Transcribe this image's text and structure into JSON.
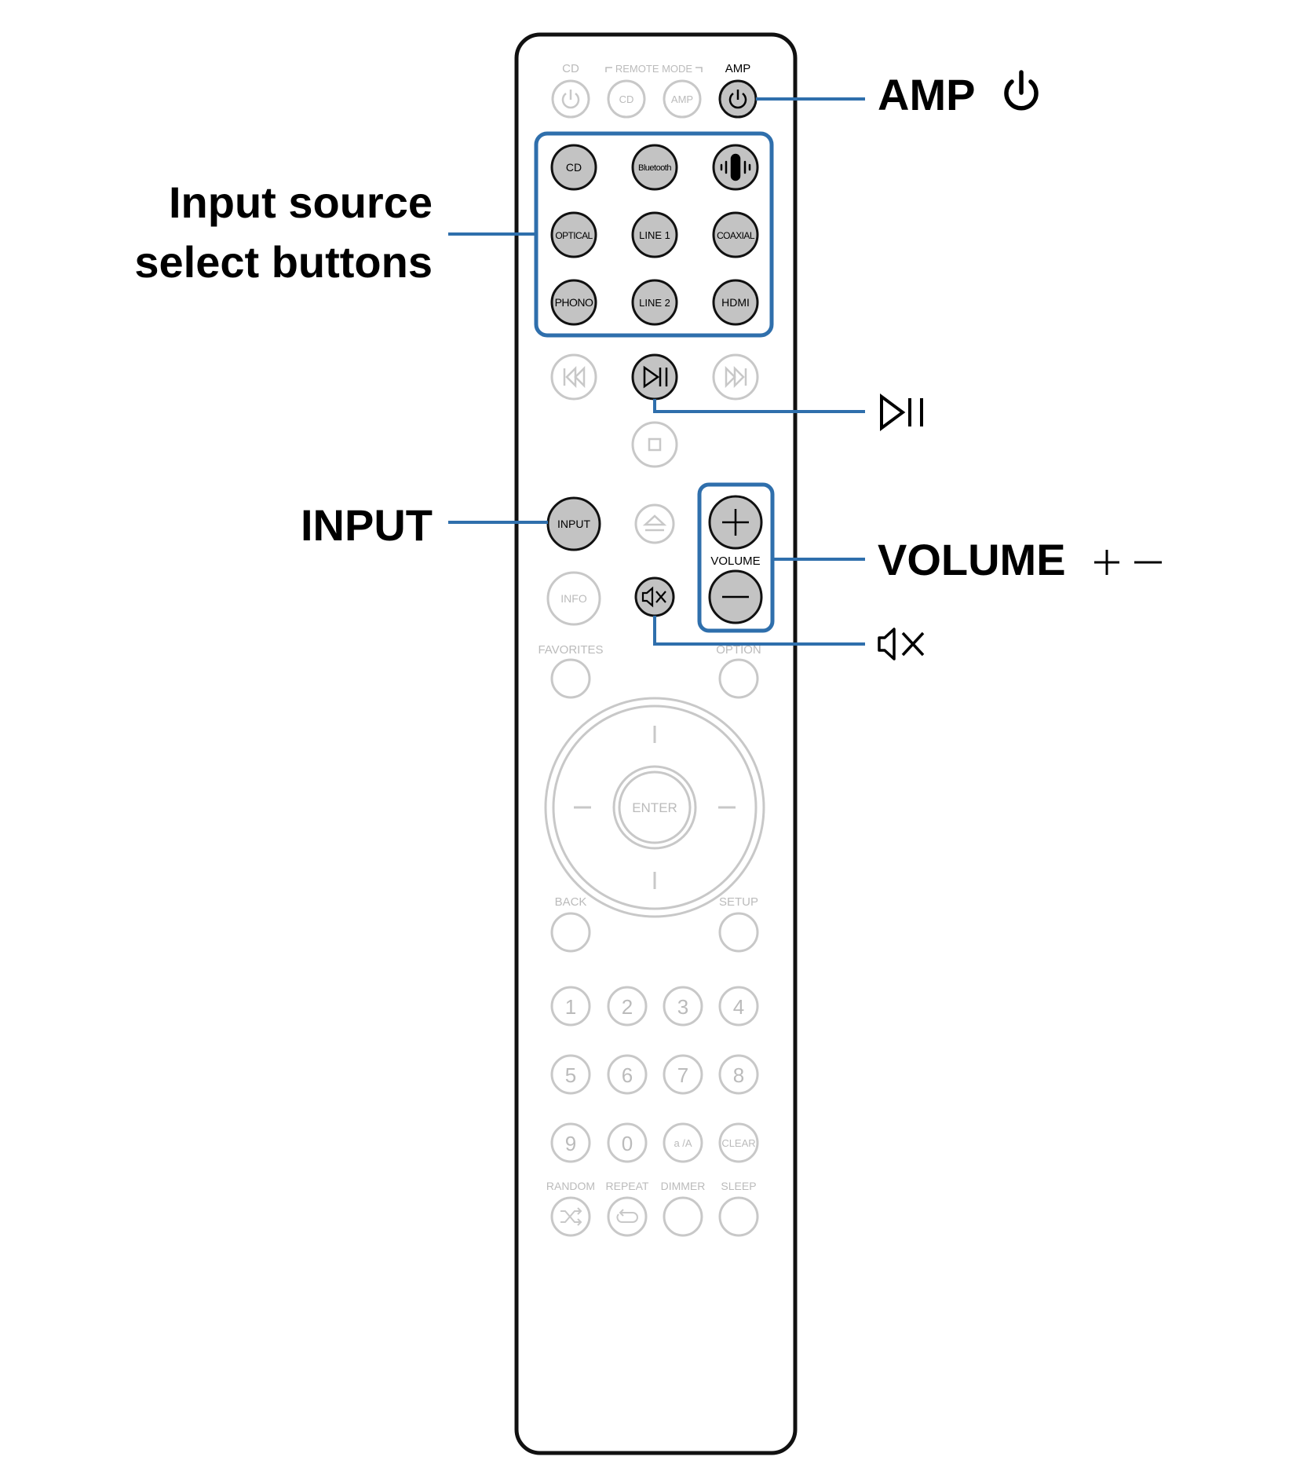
{
  "remote": {
    "top_labels": {
      "cd": "CD",
      "remote_mode": "REMOTE MODE",
      "amp": "AMP"
    },
    "mode_buttons": {
      "cd": "CD",
      "amp": "AMP"
    },
    "source_buttons": [
      {
        "key": "cd",
        "label": "CD"
      },
      {
        "key": "bluetooth",
        "label": "Bluetooth"
      },
      {
        "key": "heos",
        "label": ""
      },
      {
        "key": "optical",
        "label": "OPTICAL"
      },
      {
        "key": "line1",
        "label": "LINE 1"
      },
      {
        "key": "coaxial",
        "label": "COAXIAL"
      },
      {
        "key": "phono",
        "label": "PHONO"
      },
      {
        "key": "line2",
        "label": "LINE 2"
      },
      {
        "key": "hdmi",
        "label": "HDMI"
      }
    ],
    "input_button": "INPUT",
    "volume_label": "VOLUME",
    "info_button": "INFO",
    "favorites_label": "FAVORITES",
    "option_label": "OPTION",
    "enter_button": "ENTER",
    "back_label": "BACK",
    "setup_label": "SETUP",
    "number_buttons": [
      "1",
      "2",
      "3",
      "4",
      "5",
      "6",
      "7",
      "8",
      "9",
      "0",
      "a /A",
      "CLEAR"
    ],
    "bottom_labels": [
      "RANDOM",
      "REPEAT",
      "DIMMER",
      "SLEEP"
    ]
  },
  "callouts": {
    "amp": "AMP",
    "input_source_line1": "Input source",
    "input_source_line2": "select buttons",
    "input": "INPUT",
    "volume": "VOLUME",
    "play_pause_icon": "play-pause-icon",
    "mute_icon": "mute-icon",
    "power_icon": "power-icon"
  },
  "colors": {
    "highlight_blue": "#2f6fac",
    "active_button": "#c3c3c3",
    "inactive_stroke": "#c8c8c8",
    "remote_outline": "#111111"
  }
}
